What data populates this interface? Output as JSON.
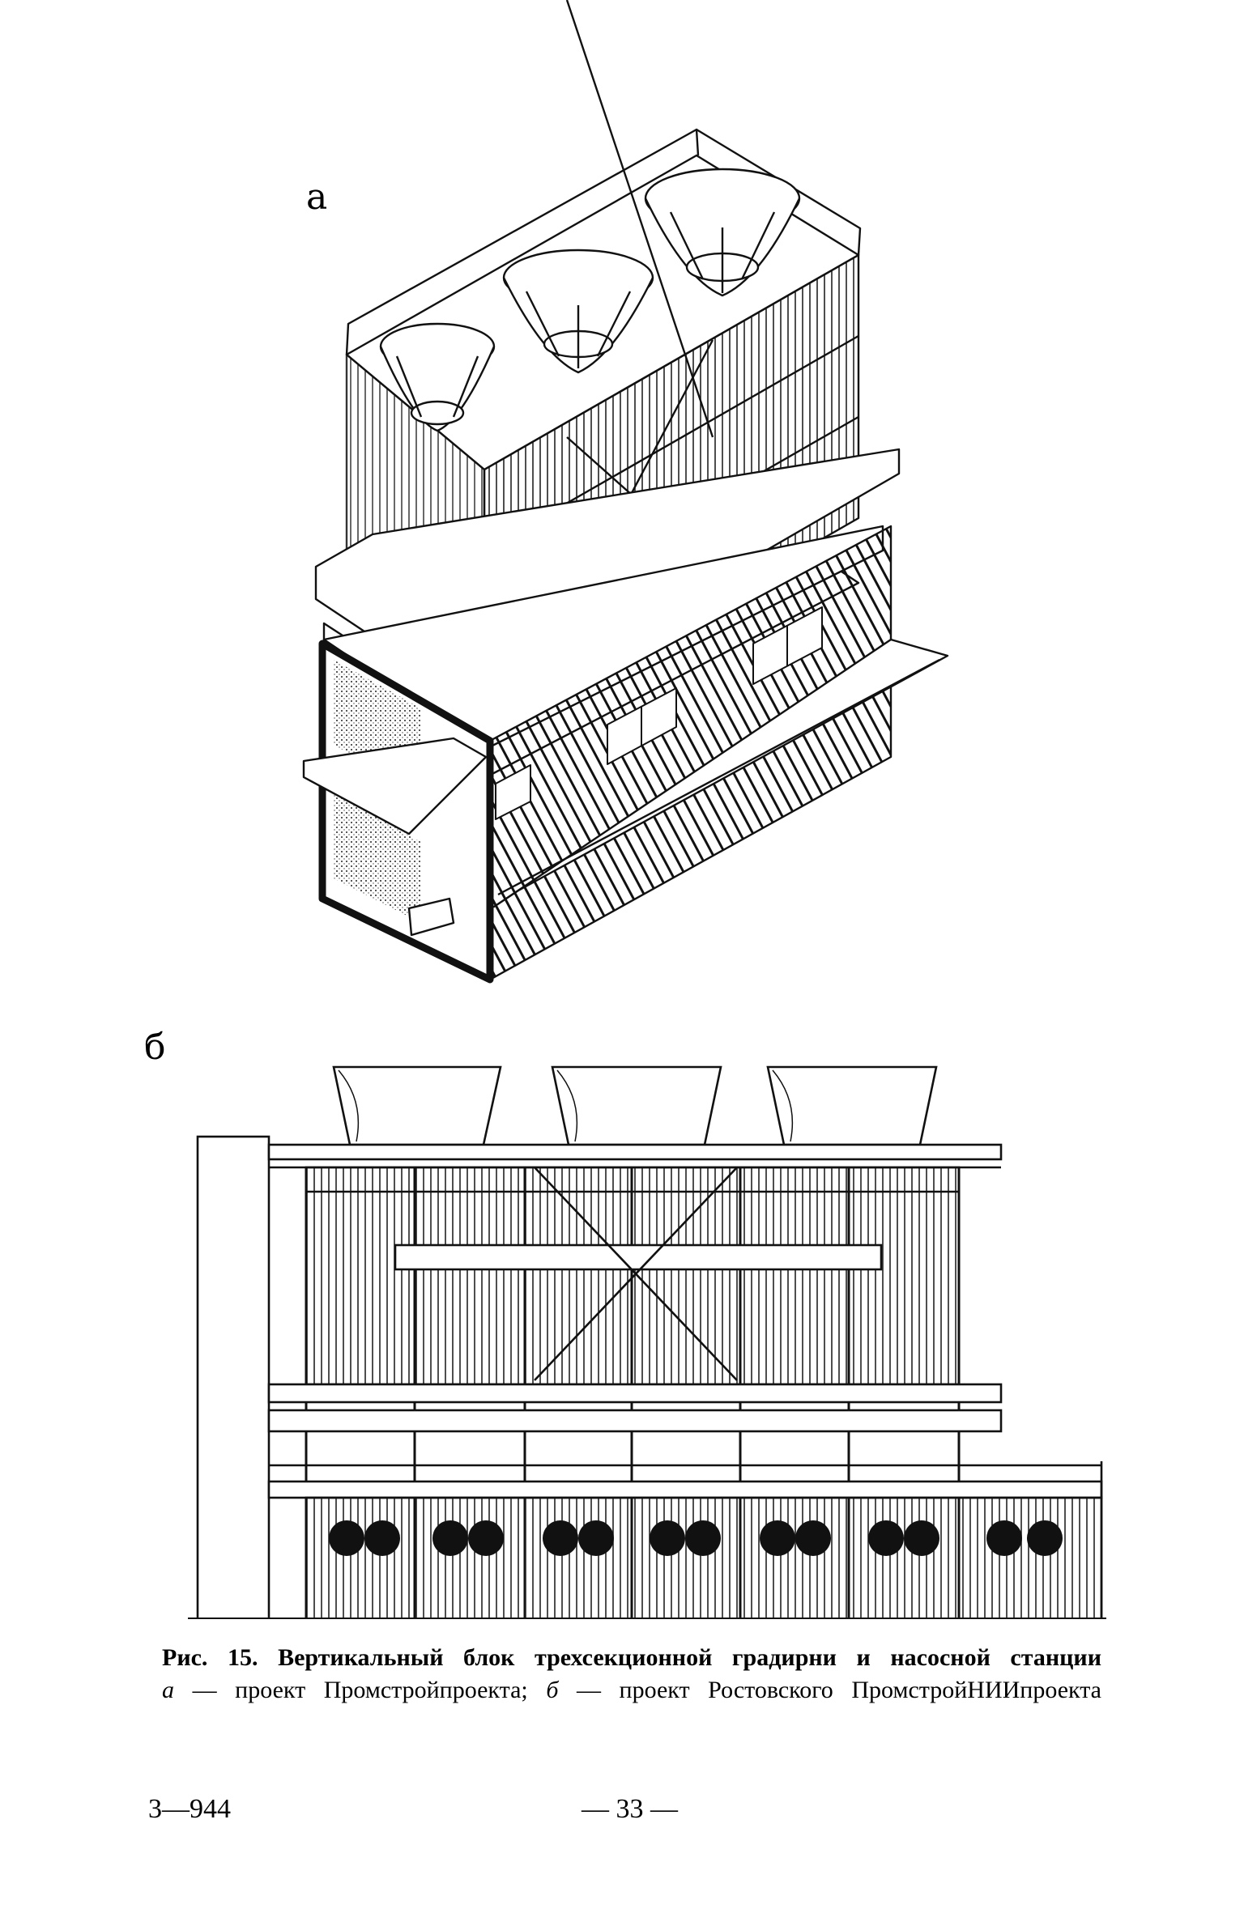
{
  "figure": {
    "label_a": "а",
    "label_b": "б"
  },
  "caption": {
    "title": "Рис. 15. Вертикальный блок трехсекционной градирни и насосной станции",
    "sub_a_key": "а",
    "sub_a_text": " — проект Промстройпроекта; ",
    "sub_b_key": "б",
    "sub_b_text": " — проект Ростовского ПромстройНИИпроекта"
  },
  "footer": {
    "code": "3—944",
    "page_number": "— 33 —"
  }
}
